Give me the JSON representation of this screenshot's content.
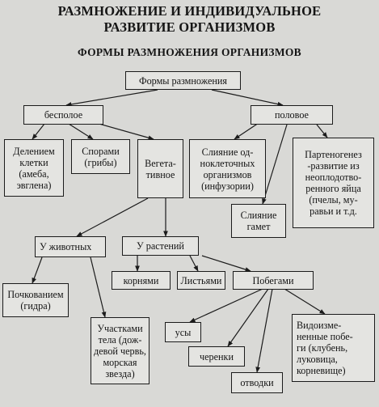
{
  "title_line1": "РАЗМНОЖЕНИЕ И ИНДИВИДУАЛЬНОЕ",
  "title_line2": "РАЗВИТИЕ ОРГАНИЗМОВ",
  "subtitle": "ФОРМЫ РАЗМНОЖЕНИЯ ОРГАНИЗМОВ",
  "nodes": {
    "root": "Формы размножения",
    "asexual": "бесполое",
    "sexual": "половое",
    "cell_division": "Делением\nклетки\n(амеба,\nэвглена)",
    "spores": "Спорами\n(грибы)",
    "vegetative": "Вегета-\nтивное",
    "unicellular_fusion": "Слияние од-\nноклеточных\nорганизмов\n(инфузории)",
    "gamete_fusion": "Слияние\nгамет",
    "parthenogenesis": "Партеногенез\n-развитие из\nнеоплодотво-\nренного яйца\n(пчелы, му-\nравьи и т.д.",
    "animals": "У животных",
    "plants": "У растений",
    "budding": "Почкованием\n(гидра)",
    "body_parts": "Участками\nтела (дож-\nдевой червь,\nморская\nзвезда)",
    "roots": "корнями",
    "leaves": "Листьями",
    "shoots": "Побегами",
    "whiskers": "усы",
    "cuttings": "черенки",
    "layering": "отводки",
    "modified_shoots": "Видоизме-\nненные побе-\nги (клубень,\nлуковица,\nкорневище)"
  }
}
